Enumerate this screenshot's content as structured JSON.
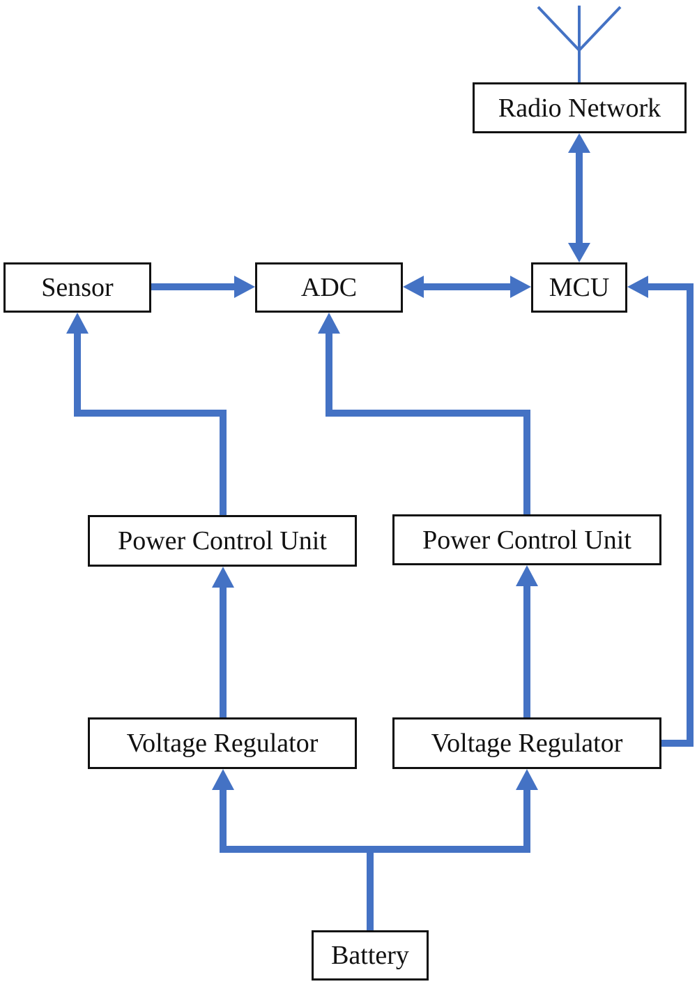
{
  "colors": {
    "connector": "#4472c4",
    "box_border": "#111111",
    "text": "#111111",
    "background": "#ffffff"
  },
  "icons": {
    "antenna": "antenna-icon"
  },
  "blocks": {
    "radio_network": "Radio Network",
    "sensor": "Sensor",
    "adc": "ADC",
    "mcu": "MCU",
    "power_control_unit_1": "Power Control Unit",
    "power_control_unit_2": "Power Control Unit",
    "voltage_regulator_1": "Voltage Regulator",
    "voltage_regulator_2": "Voltage Regulator",
    "battery": "Battery"
  },
  "connections": [
    {
      "from": "Radio Network",
      "to": "MCU",
      "direction": "bidirectional"
    },
    {
      "from": "Sensor",
      "to": "ADC",
      "direction": "forward"
    },
    {
      "from": "ADC",
      "to": "MCU",
      "direction": "bidirectional"
    },
    {
      "from": "Power Control Unit",
      "to": "Sensor",
      "direction": "forward"
    },
    {
      "from": "Power Control Unit",
      "to": "ADC",
      "direction": "forward"
    },
    {
      "from": "Voltage Regulator",
      "to": "Power Control Unit",
      "direction": "forward"
    },
    {
      "from": "Voltage Regulator",
      "to": "Power Control Unit",
      "direction": "forward"
    },
    {
      "from": "Voltage Regulator",
      "to": "MCU",
      "direction": "forward"
    },
    {
      "from": "Battery",
      "to": "Voltage Regulator",
      "direction": "forward"
    },
    {
      "from": "Battery",
      "to": "Voltage Regulator",
      "direction": "forward"
    }
  ]
}
